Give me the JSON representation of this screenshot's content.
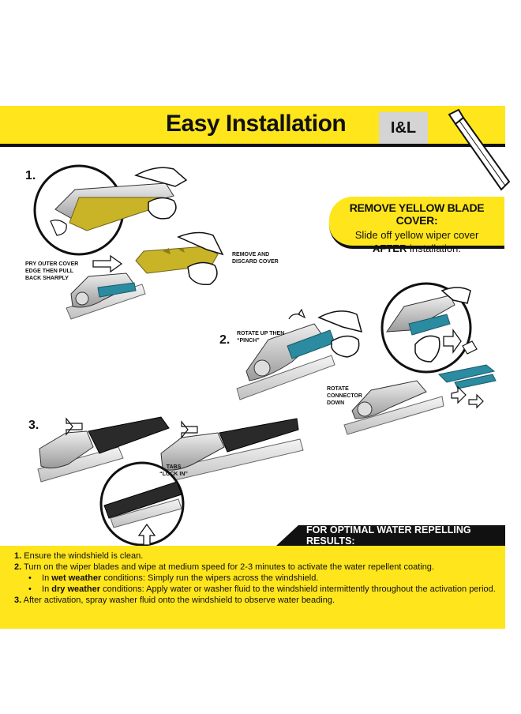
{
  "header": {
    "title": "Easy Installation",
    "badge": "I&L"
  },
  "callout": {
    "heading": "REMOVE YELLOW BLADE COVER:",
    "line1": "Slide off yellow wiper cover",
    "line2_bold": "AFTER",
    "line2_rest": " installation."
  },
  "steps": {
    "s1": "1.",
    "s2": "2.",
    "s3": "3."
  },
  "captions": {
    "pry": "PRY OUTER COVER EDGE THEN PULL BACK SHARPLY",
    "remove": "REMOVE AND DISCARD COVER",
    "rotate_up": "ROTATE UP THEN “PINCH”",
    "rotate_down": "ROTATE CONNECTOR DOWN",
    "tabs": "TABS “LOCK IN”"
  },
  "results": {
    "heading": "FOR OPTIMAL WATER REPELLING RESULTS:",
    "items": [
      {
        "num": "1.",
        "text": " Ensure the windshield is clean."
      },
      {
        "num": "2.",
        "text": " Turn on the wiper blades and wipe at medium speed for 2-3 minutes to activate the water repellent coating."
      },
      {
        "bullet": "•",
        "pre": " In ",
        "bold": "wet weather",
        "text": " conditions: Simply run the wipers across the windshield."
      },
      {
        "bullet": "•",
        "pre": " In ",
        "bold": "dry weather",
        "text": " conditions: Apply water or washer fluid to the windshield intermittently throughout the activation period."
      },
      {
        "num": "3.",
        "text": " After activation, spray washer fluid onto the windshield to observe water beading."
      }
    ]
  },
  "colors": {
    "brand_yellow": "#ffe51c",
    "cover_olive": "#c9b428",
    "connector_teal": "#2b8ba0",
    "ink": "#111111"
  }
}
